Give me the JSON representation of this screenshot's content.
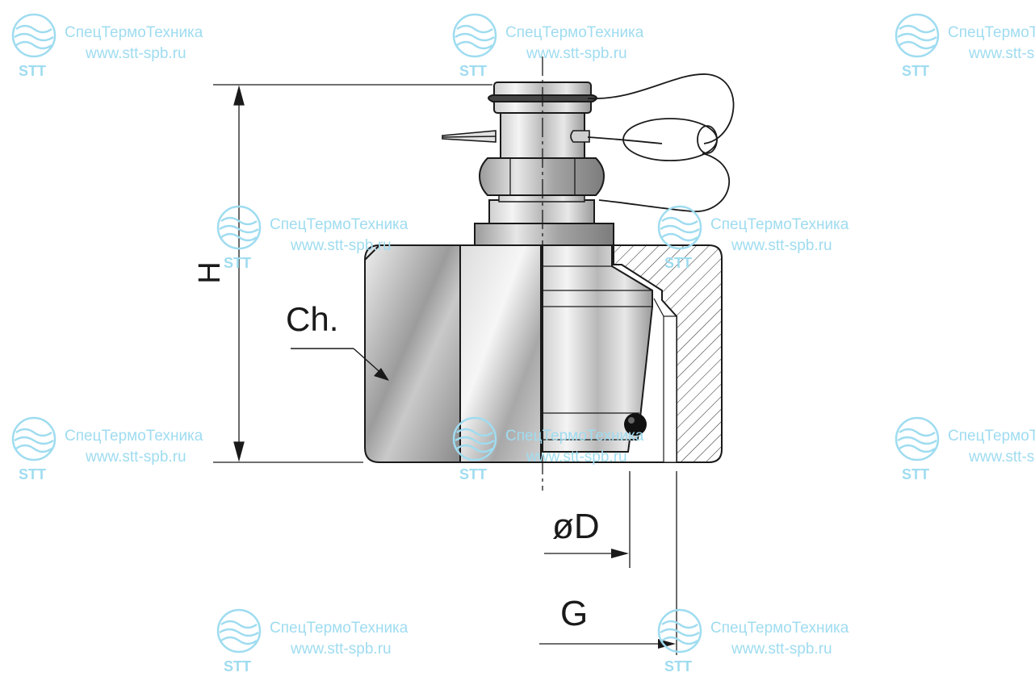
{
  "watermark": {
    "company": "СпецТермоТехника",
    "url": "www.stt-spb.ru",
    "brand": "STT",
    "color": "#9fdcf0",
    "icon": "wave-globe-icon"
  },
  "dimensions": {
    "height_label": "H",
    "wrench_label": "Ch.",
    "diameter_label": "øD",
    "thread_label": "G"
  }
}
